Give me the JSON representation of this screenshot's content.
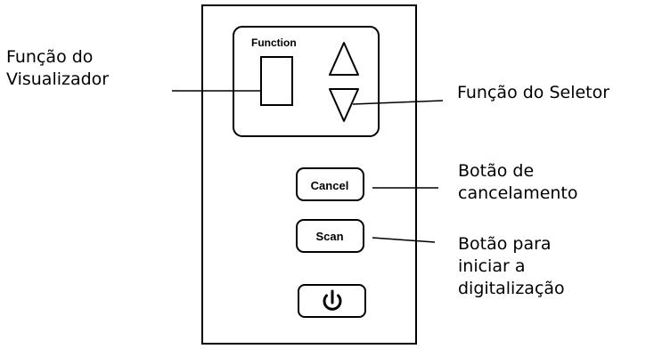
{
  "panel": {
    "function_label": "Function",
    "cancel_label": "Cancel",
    "scan_label": "Scan"
  },
  "callouts": {
    "viewer": {
      "line1": "Função do",
      "line2": "Visualizador"
    },
    "selector": {
      "line1": "Função do Seletor"
    },
    "cancel": {
      "line1": "Botão de",
      "line2": "cancelamento"
    },
    "scan": {
      "line1": "Botão para",
      "line2": "iniciar a",
      "line3": "digitalização"
    }
  },
  "icons": [
    "up-triangle-icon",
    "down-triangle-icon",
    "power-icon"
  ]
}
